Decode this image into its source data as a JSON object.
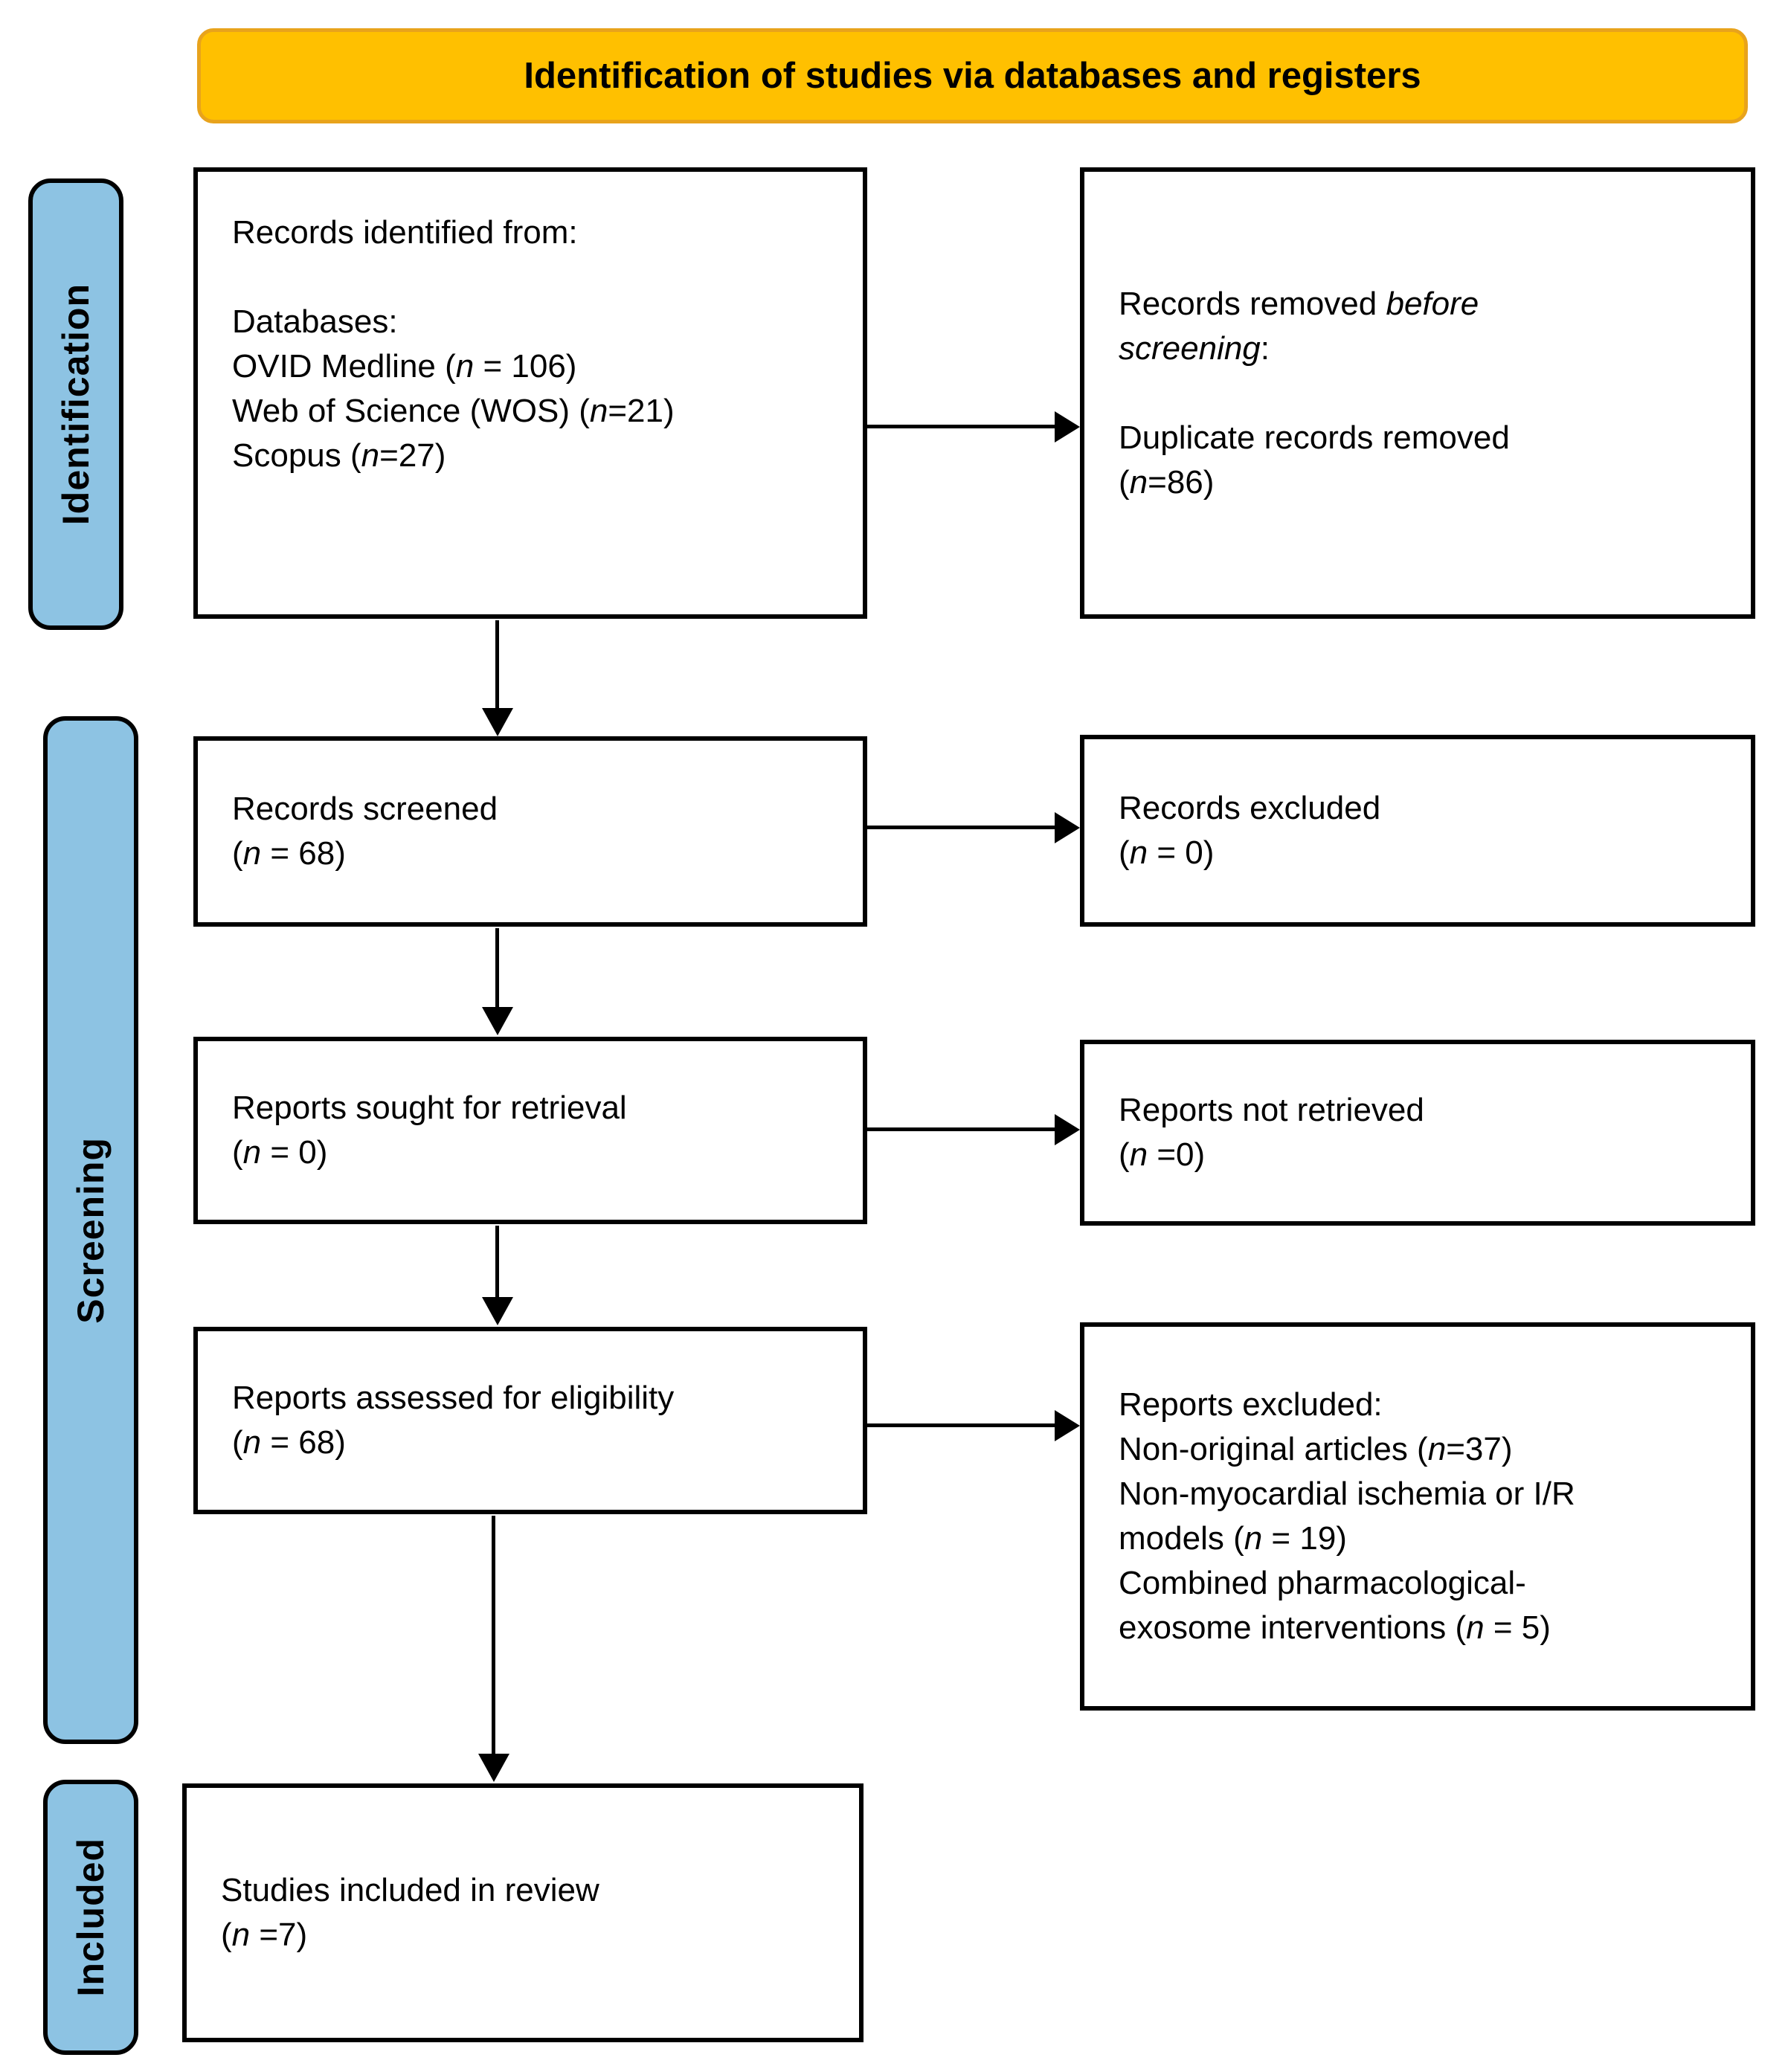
{
  "header": {
    "title": "Identification of studies via databases and registers"
  },
  "stages": [
    {
      "label": "Identification"
    },
    {
      "label": "Screening"
    },
    {
      "label": "Included"
    }
  ],
  "colors": {
    "header_bg": "#FFC000",
    "header_border": "#E8A31C",
    "stage_bg": "#8DC3E3",
    "stage_border": "#000000",
    "box_border": "#000000",
    "text": "#000000",
    "background": "#FFFFFF"
  },
  "boxes": {
    "records_identified": {
      "lines": [
        [
          {
            "t": "Records identified from:"
          }
        ],
        [],
        [
          {
            "t": "Databases:"
          }
        ],
        [
          {
            "t": "OVID Medline ("
          },
          {
            "t": "n",
            "i": true
          },
          {
            "t": " = 106)"
          }
        ],
        [
          {
            "t": "Web of Science (WOS) ("
          },
          {
            "t": "n",
            "i": true
          },
          {
            "t": "=21)"
          }
        ],
        [
          {
            "t": "Scopus ("
          },
          {
            "t": "n",
            "i": true
          },
          {
            "t": "=27)"
          }
        ]
      ]
    },
    "records_removed": {
      "lines": [
        [
          {
            "t": "Records removed "
          },
          {
            "t": "before",
            "i": true
          }
        ],
        [
          {
            "t": "screening",
            "i": true
          },
          {
            "t": ":"
          }
        ],
        [],
        [
          {
            "t": "Duplicate records removed"
          }
        ],
        [
          {
            "t": "("
          },
          {
            "t": "n",
            "i": true
          },
          {
            "t": "=86)"
          }
        ]
      ]
    },
    "records_screened": {
      "lines": [
        [
          {
            "t": "Records screened"
          }
        ],
        [
          {
            "t": "("
          },
          {
            "t": "n",
            "i": true
          },
          {
            "t": " = 68)"
          }
        ]
      ]
    },
    "records_excluded": {
      "lines": [
        [
          {
            "t": "Records excluded"
          }
        ],
        [
          {
            "t": "("
          },
          {
            "t": "n",
            "i": true
          },
          {
            "t": " = 0)"
          }
        ]
      ]
    },
    "reports_sought": {
      "lines": [
        [
          {
            "t": "Reports sought for retrieval"
          }
        ],
        [
          {
            "t": "("
          },
          {
            "t": "n",
            "i": true
          },
          {
            "t": " = 0)"
          }
        ]
      ]
    },
    "reports_not_retrieved": {
      "lines": [
        [
          {
            "t": "Reports not retrieved"
          }
        ],
        [
          {
            "t": "("
          },
          {
            "t": "n",
            "i": true
          },
          {
            "t": " =0)"
          }
        ]
      ]
    },
    "reports_assessed": {
      "lines": [
        [
          {
            "t": "Reports assessed for eligibility"
          }
        ],
        [
          {
            "t": "("
          },
          {
            "t": "n",
            "i": true
          },
          {
            "t": " = 68)"
          }
        ]
      ]
    },
    "reports_excluded": {
      "lines": [
        [
          {
            "t": "Reports excluded:"
          }
        ],
        [
          {
            "t": "Non-original articles ("
          },
          {
            "t": "n",
            "i": true
          },
          {
            "t": "=37)"
          }
        ],
        [
          {
            "t": "Non-myocardial ischemia or I/R"
          }
        ],
        [
          {
            "t": "models ("
          },
          {
            "t": "n",
            "i": true
          },
          {
            "t": " = 19)"
          }
        ],
        [
          {
            "t": "Combined pharmacological-"
          }
        ],
        [
          {
            "t": "exosome interventions ("
          },
          {
            "t": "n",
            "i": true
          },
          {
            "t": " = 5)"
          }
        ]
      ]
    },
    "studies_included": {
      "lines": [
        [
          {
            "t": "Studies included in review"
          }
        ],
        [
          {
            "t": "("
          },
          {
            "t": "n",
            "i": true
          },
          {
            "t": " =7)"
          }
        ]
      ]
    }
  }
}
